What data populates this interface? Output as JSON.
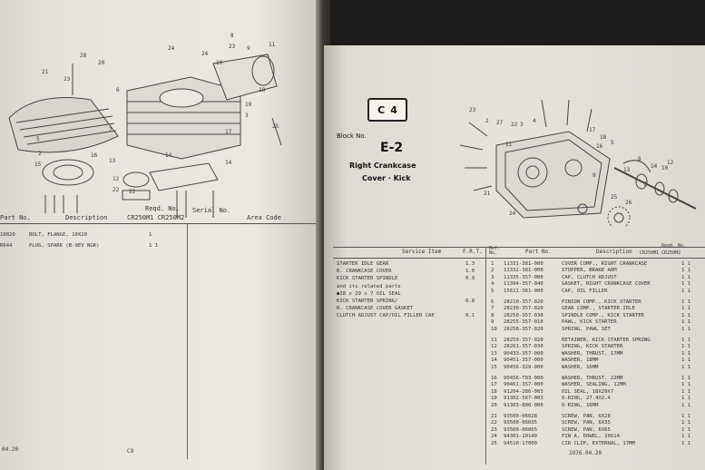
{
  "left_page": {
    "callouts": [
      "28",
      "20",
      "21",
      "23",
      "6",
      "24",
      "24",
      "8",
      "23",
      "9",
      "10",
      "11",
      "18",
      "7",
      "5",
      "2",
      "19",
      "25",
      "3",
      "17",
      "15",
      "16",
      "13",
      "14",
      "14",
      "12",
      "22",
      "22"
    ],
    "table_headers": {
      "part": "Part No.",
      "description": "Description",
      "reqd": "Reqd. No.",
      "models": "CR250M1 CR250M2",
      "serial": "Serial No.",
      "area": "Area Code"
    },
    "rows": [
      {
        "part": "10020",
        "description": "BOLT, FLANGE, 10X20",
        "qty": "1"
      },
      {
        "part": "R644",
        "description": "PLUG, SPARK (B-9EV NGK)",
        "qty": "1   1"
      }
    ],
    "footer_date": "04.20",
    "footer_page": "C9"
  },
  "right_page": {
    "badge": {
      "letter": "C",
      "number": "4"
    },
    "block_label": "Block No.",
    "block_no": "E-2",
    "block_title_1": "Right Crankcase",
    "block_title_2": "Cover · Kick",
    "callouts": [
      "23",
      "2",
      "27",
      "22",
      "3",
      "4",
      "17",
      "18",
      "16",
      "5",
      "13",
      "8",
      "14",
      "10",
      "12",
      "21",
      "24",
      "25",
      "26",
      "7",
      "9",
      "11"
    ],
    "table_headers": {
      "service": "Service Item",
      "frt": "F.R.T.",
      "ref": "Ref. No.",
      "part": "Part No.",
      "description": "Description",
      "reqd": "Reqd. No.",
      "models": "CR250M1 CR250M2"
    },
    "service_items": [
      {
        "item": "STARTER IDLE GEAR",
        "frt": "1.3"
      },
      {
        "item": "R. CRANKCASE COVER",
        "frt": "1.0"
      },
      {
        "item": "KICK STARTER SPINDLE",
        "frt": "0.9"
      },
      {
        "item": "and its related parts",
        "frt": ""
      },
      {
        "item": "●18 x 29 x 7 OIL SEAL",
        "frt": ""
      },
      {
        "item": "KICK STARTER SPRING/",
        "frt": "0.8"
      },
      {
        "item": "R. CRANKCASE COVER GASKET",
        "frt": ""
      },
      {
        "item": "CLUTCH ADJUST CAP/OIL FILLER CAP",
        "frt": "0.1"
      }
    ],
    "parts": [
      {
        "ref": "1",
        "part": "11331-381-000",
        "description": "COVER COMP., RIGHT CRANKCASE",
        "qty": "1 1"
      },
      {
        "ref": "2",
        "part": "11332-381-000",
        "description": "STOPPER, BRAKE ARM",
        "qty": "1 1"
      },
      {
        "ref": "3",
        "part": "11335-357-000",
        "description": "CAP, CLUTCH ADJUST",
        "qty": "1 1"
      },
      {
        "ref": "4",
        "part": "11394-357-040",
        "description": "GASKET, RIGHT CRANKCASE COVER",
        "qty": "1 1"
      },
      {
        "ref": "5",
        "part": "15611-361-000",
        "description": "CAP, OIL FILLER",
        "qty": "1 1"
      },
      {
        "ref": "6",
        "part": "28210-357-020",
        "description": "PINION COMP., KICK STARTER",
        "qty": "1 1"
      },
      {
        "ref": "7",
        "part": "28230-357-020",
        "description": "GEAR COMP., STARTER IDLE",
        "qty": "1 1"
      },
      {
        "ref": "8",
        "part": "28250-357-030",
        "description": "SPINDLE COMP., KICK STARTER",
        "qty": "1 1"
      },
      {
        "ref": "9",
        "part": "28255-357-010",
        "description": "PAWL, KICK STARTER",
        "qty": "1 1"
      },
      {
        "ref": "10",
        "part": "28258-357-020",
        "description": "SPRING, PAWL SET",
        "qty": "1 1"
      },
      {
        "ref": "11",
        "part": "28259-357-020",
        "description": "RETAINER, KICK STARTER SPRING",
        "qty": "1 1"
      },
      {
        "ref": "12",
        "part": "28261-357-030",
        "description": "SPRING, KICK STARTER",
        "qty": "1 1"
      },
      {
        "ref": "13",
        "part": "90433-357-000",
        "description": "WASHER, THRUST, 17MM",
        "qty": "1 1"
      },
      {
        "ref": "14",
        "part": "90451-357-000",
        "description": "WASHER, 18MM",
        "qty": "1 1"
      },
      {
        "ref": "15",
        "part": "90456-329-000",
        "description": "WASHER, 16MM",
        "qty": "1 1"
      },
      {
        "ref": "16",
        "part": "90456-T03-000",
        "description": "WASHER, THRUST, 22MM",
        "qty": "1 1"
      },
      {
        "ref": "17",
        "part": "90461-357-000",
        "description": "WASHER, SEALING, 12MM",
        "qty": "1 1"
      },
      {
        "ref": "18",
        "part": "91204-286-003",
        "description": "OIL SEAL, 18X29X7",
        "qty": "1 1"
      },
      {
        "ref": "19",
        "part": "91302-567-003",
        "description": "O-RING, 27.4X2.4",
        "qty": "1 1"
      },
      {
        "ref": "20",
        "part": "91303-800-000",
        "description": "O-RING, 16MM",
        "qty": "1 1"
      },
      {
        "ref": "21",
        "part": "93500-06028",
        "description": "SCREW, PAN, 6X28",
        "qty": "1 1"
      },
      {
        "ref": "22",
        "part": "93500-06035",
        "description": "SCREW, PAN, 6X35",
        "qty": "1 1"
      },
      {
        "ref": "23",
        "part": "93500-06065",
        "description": "SCREW, PAN, 6X65",
        "qty": "1 1"
      },
      {
        "ref": "24",
        "part": "94301-10140",
        "description": "PIN A, DOWEL, 10X14",
        "qty": "1 1"
      },
      {
        "ref": "25",
        "part": "94510-17000",
        "description": "CIR CLIP, EXTERNAL, 17MM",
        "qty": "1 1"
      }
    ],
    "footer_date": "1976.04.20"
  }
}
